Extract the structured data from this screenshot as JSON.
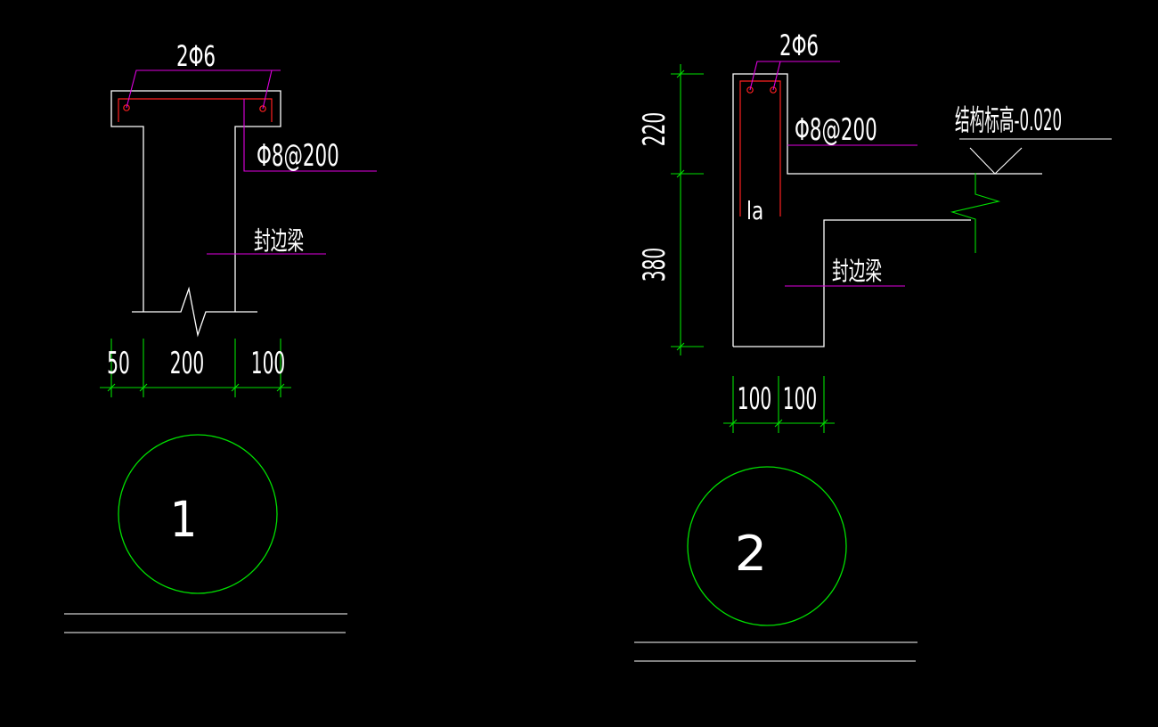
{
  "colors": {
    "background": "#000000",
    "outline": "#ffffff",
    "rebar": "#ff2020",
    "leader": "#e000e0",
    "dimension": "#00e000",
    "text": "#ffffff"
  },
  "detail1": {
    "top_rebar": "2Φ6",
    "stirrup": "Φ8@200",
    "beam_name": "封边梁",
    "dims": [
      "50",
      "200",
      "100"
    ],
    "number": "1"
  },
  "detail2": {
    "top_rebar": "2Φ6",
    "stirrup": "Φ8@200",
    "elevation": "结构标高-0.020",
    "anchorage": "la",
    "beam_name": "封边梁",
    "dims_vertical": [
      "220",
      "380"
    ],
    "dims_horizontal": [
      "100",
      "100"
    ],
    "number": "2"
  }
}
